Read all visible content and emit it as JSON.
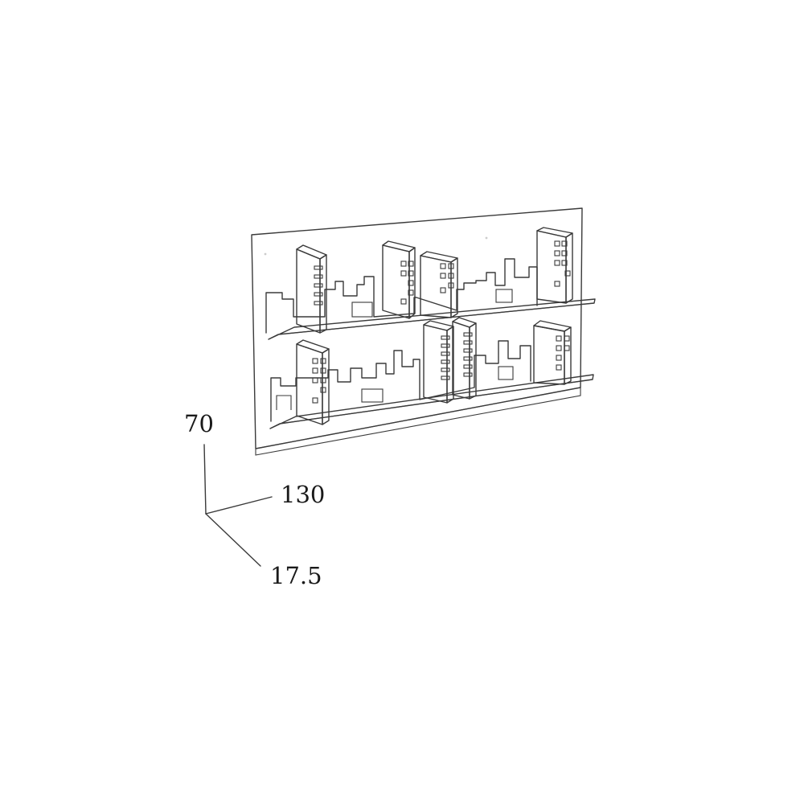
{
  "colors": {
    "line": "#3a3a3a",
    "panel": "#ffffff",
    "shelf": "#f6f6f6",
    "highlight": "#e2eaf2",
    "text": "#1a1a1a"
  },
  "dimensions": {
    "height": "70",
    "width": "130",
    "depth": "17.5"
  }
}
